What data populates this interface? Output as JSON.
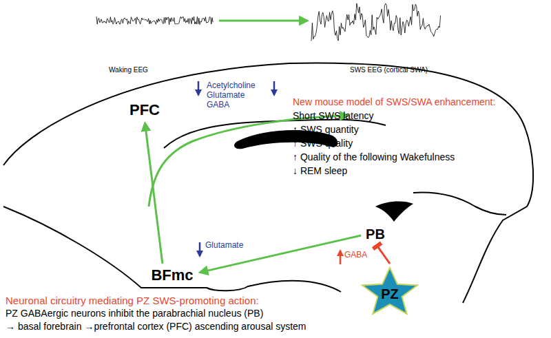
{
  "diagram": {
    "nodes": [
      {
        "text": [
          "PFC"
        ]
      },
      {
        "text": [
          "BFmc"
        ]
      },
      {
        "text": [
          "PB"
        ]
      },
      {
        "text": [
          "PZ"
        ]
      }
    ],
    "edges": [
      {
        "from": 2,
        "to": 1,
        "arrow": "to"
      },
      {
        "from": 1,
        "to": 0,
        "arrow": "to"
      },
      {
        "from": 3,
        "to": 2,
        "arrow": "to"
      }
    ],
    "labels": [
      "Waking EEG",
      "SWS EEG (cortical SWA)",
      "Acetylcholine Glutamate GABA",
      "Glutamate",
      "GABA",
      "New mouse model of SWS/SWA enhancement:",
      "Short SWS latency",
      "↑ SWS quantity",
      "↑ SWS quality",
      "↑ Quality of the following Wakefulness",
      "↓ REM sleep",
      "Neuronal circuitry mediating PZ SWS-promoting action:",
      "PZ GABAergic neurons inhibit the parabrachial nucleus (PB)",
      "→ basal forebrain →prefrontal cortex (PFC) ascending arousal system"
    ]
  }
}
